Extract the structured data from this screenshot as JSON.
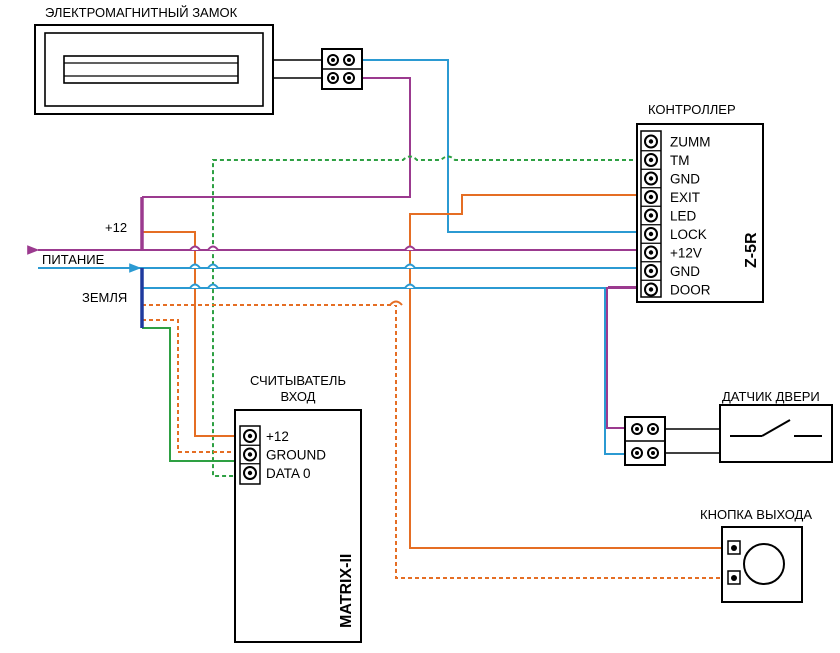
{
  "lock": {
    "title": "ЭЛЕКТРОМАГНИТНЫЙ ЗАМОК"
  },
  "controller": {
    "title": "КОНТРОЛЛЕР",
    "model": "Z-5R",
    "pins": [
      "ZUMM",
      "TM",
      "GND",
      "EXIT",
      "LED",
      "LOCK",
      "+12V",
      "GND",
      "DOOR"
    ]
  },
  "power": {
    "plus12": "+12",
    "supply": "ПИТАНИЕ",
    "ground": "ЗЕМЛЯ"
  },
  "reader": {
    "title_line1": "СЧИТЫВАТЕЛЬ",
    "title_line2": "ВХОД",
    "model": "MATRIX-II",
    "pins": [
      "+12",
      "GROUND",
      "DATA 0"
    ]
  },
  "door_sensor": {
    "title": "ДАТЧИК ДВЕРИ"
  },
  "exit_button": {
    "title": "КНОПКА ВЫХОДА"
  },
  "colors": {
    "purple": "#9b3a8f",
    "blue": "#2b9ad2",
    "orange": "#e56e24",
    "green": "#2ea043",
    "dark_blue": "#1f3a9e"
  }
}
